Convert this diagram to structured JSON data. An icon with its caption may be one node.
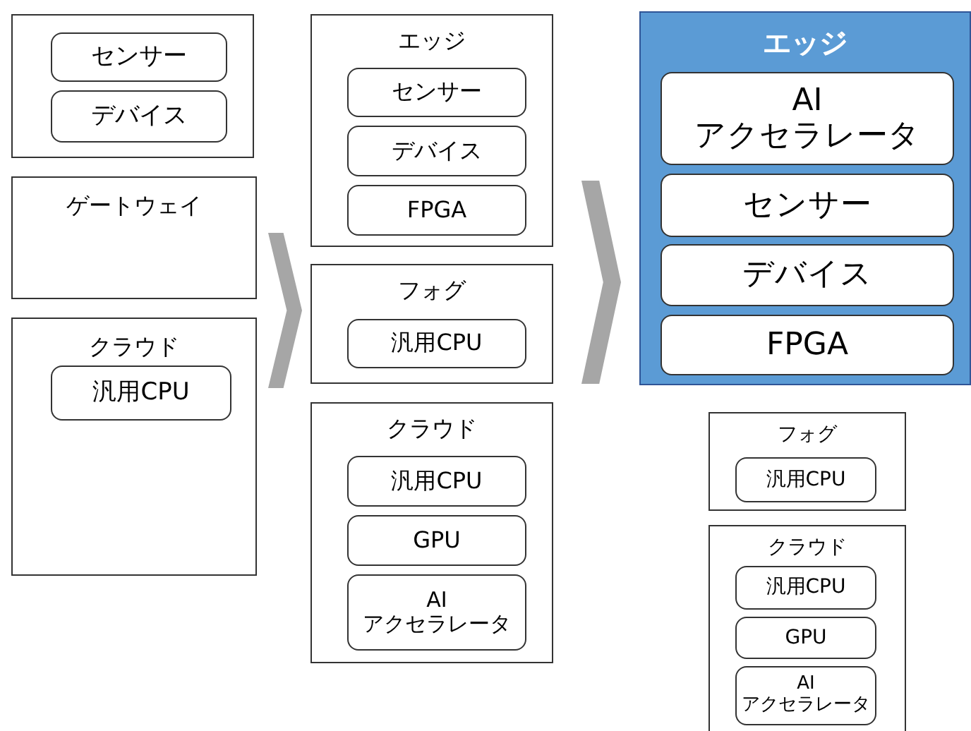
{
  "diagram": {
    "nodes": [
      {
        "text": [],
        "shape": "box"
      },
      {
        "text": [
          "センサー"
        ],
        "in": 0
      },
      {
        "text": [
          "デバイス"
        ],
        "in": 0
      },
      {
        "text": [
          "ゲートウェイ"
        ]
      },
      {
        "text": [
          "クラウド"
        ]
      },
      {
        "text": [
          "汎用CPU"
        ],
        "in": 4
      },
      {
        "text": [
          "エッジ"
        ]
      },
      {
        "text": [
          "センサー"
        ],
        "in": 6
      },
      {
        "text": [
          "デバイス"
        ],
        "in": 6
      },
      {
        "text": [
          "FPGA"
        ],
        "in": 6
      },
      {
        "text": [
          "フォグ"
        ]
      },
      {
        "text": [
          "汎用CPU"
        ],
        "in": 10
      },
      {
        "text": [
          "クラウド"
        ]
      },
      {
        "text": [
          "汎用CPU"
        ],
        "in": 12
      },
      {
        "text": [
          "GPU"
        ],
        "in": 12
      },
      {
        "text": [
          "AI アクセラレータ"
        ],
        "in": 12
      },
      {
        "text": [
          "エッジ"
        ]
      },
      {
        "text": [
          "AI アクセラレータ"
        ],
        "in": 16
      },
      {
        "text": [
          "センサー"
        ],
        "in": 16
      },
      {
        "text": [
          "デバイス"
        ],
        "in": 16
      },
      {
        "text": [
          "FPGA"
        ],
        "in": 16
      },
      {
        "text": [
          "フォグ"
        ]
      },
      {
        "text": [
          "汎用CPU"
        ],
        "in": 21
      },
      {
        "text": [
          "クラウド"
        ]
      },
      {
        "text": [
          "汎用CPU"
        ],
        "in": 23
      },
      {
        "text": [
          "GPU"
        ],
        "in": 23
      },
      {
        "text": [
          "AI アクセラレータ"
        ],
        "in": 23
      }
    ]
  }
}
